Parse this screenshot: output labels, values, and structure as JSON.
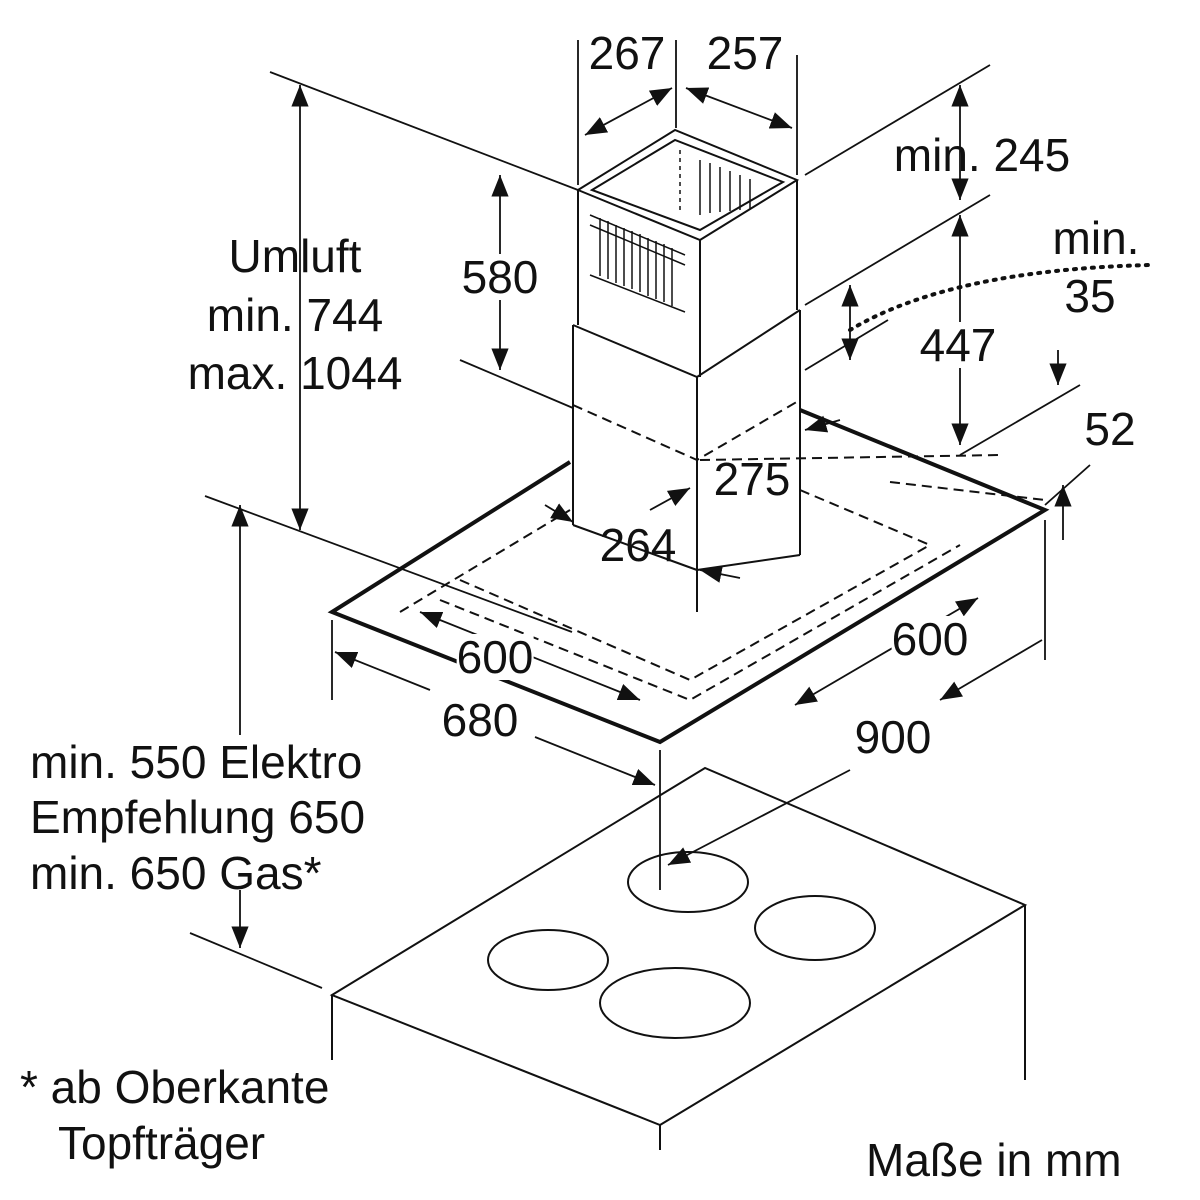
{
  "dimensions": {
    "chimney_depth": "267",
    "chimney_width": "257",
    "ceiling_min": "min. 245",
    "offset_min_label": "min.",
    "offset_min_value": "35",
    "umluft_title": "Umluft",
    "umluft_min": "min. 744",
    "umluft_max": "max. 1044",
    "upper_chimney_height": "580",
    "lower_chimney_height": "447",
    "canopy_height": "52",
    "lower_chimney_width": "275",
    "lower_chimney_depth": "264",
    "filter_depth": "600",
    "filter_width": "600",
    "canopy_depth": "680",
    "canopy_width": "900"
  },
  "clearance": {
    "electric": "min. 550 Elektro",
    "recommended": "Empfehlung 650",
    "gas": "min. 650 Gas*"
  },
  "footnote": {
    "line1": "* ab Oberkante",
    "line2": "Topfträger"
  },
  "units_note": "Maße in mm"
}
